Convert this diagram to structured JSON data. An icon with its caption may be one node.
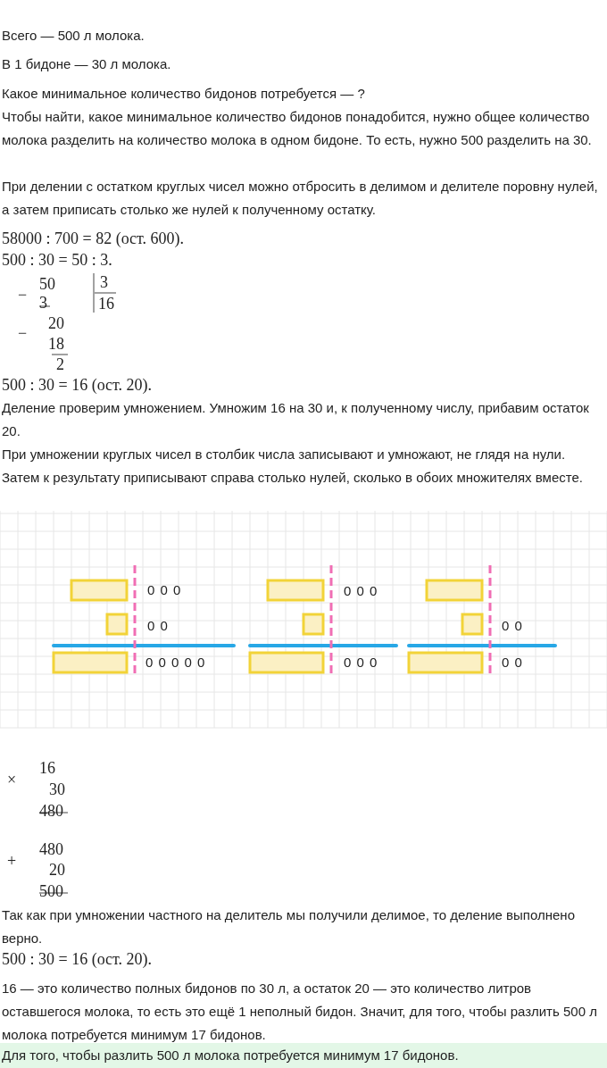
{
  "diagram": {
    "nodes": [
      {
        "text": [
          "Для того, чтобы разлить 500 л молока потребуется минимум 17 бидонов."
        ]
      }
    ],
    "edges": [],
    "labels": [
      "Всего — 500 л молока.",
      "В 1 бидоне — 30 л молока.",
      "Какое минимальное количество бидонов потребуется — ?",
      "Чтобы найти, какое минимальное количество бидонов понадобится, нужно общее количество молока разделить на количество молока в одном бидоне. То есть, нужно 500 разделить на 30.",
      "При делении с остатком круглых чисел можно отбросить в делимом и делителе поровну нулей, а затем приписать столько же нулей к полученному остатку.",
      "58000 : 700 = 82 (ост. 600).",
      "500 : 30 = 50 : 3.",
      "50",
      "−",
      "3",
      "3",
      "16",
      "20",
      "−",
      "18",
      "2",
      "500 : 30 = 16 (ост. 20).",
      "Деление проверим умножением. Умножим 16 на 30 и, к полученному числу, прибавим остаток 20.",
      "При умножении круглых чисел в столбик числа записывают и умножают, не глядя на нули. Затем к результату приписывают справа столько нулей, сколько в обоих множителях вместе.",
      "0 0 0",
      "0 0 0",
      "0 0",
      "0 0",
      "0 0 0 0 0",
      "0 0 0",
      "0 0",
      "16",
      "×",
      "30",
      "480",
      "480",
      "+",
      "20",
      "500",
      "Так как при умножении частного на делитель мы получили делимое, то деление выполнено верно.",
      "500 : 30 = 16 (ост. 20).",
      "16 — это количество полных бидонов по 30 л, а остаток 20 — это количество литров оставшегося молока, то есть это ещё 1 неполный бидон. Значит, для того, чтобы разлить 500 л молока потребуется минимум 17 бидонов."
    ]
  }
}
